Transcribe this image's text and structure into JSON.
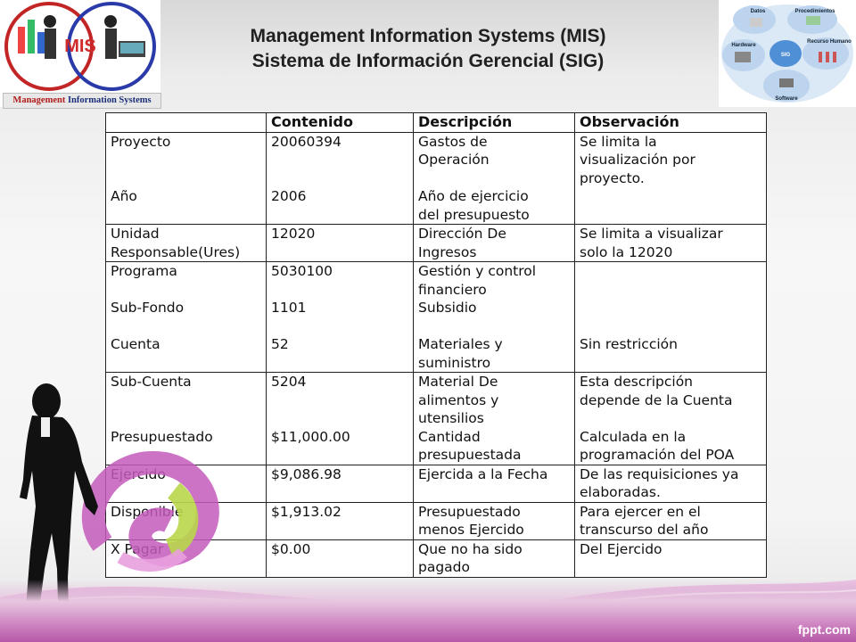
{
  "title": {
    "line1": "Management Information Systems (MIS)",
    "line2": "Sistema de Información Gerencial (SIG)"
  },
  "logo_left": {
    "badge": "MIS",
    "caption_a": "Management",
    "caption_b": " Information Systems"
  },
  "logo_right": {
    "center": "SIG",
    "nodes": [
      "Datos",
      "Procedimientos",
      "Recurso Humano",
      "Software",
      "Hardware"
    ]
  },
  "table": {
    "headers": [
      "",
      "Contenido",
      "Descripción",
      "Observación"
    ],
    "rows": [
      {
        "label": [
          "Proyecto",
          "",
          "",
          "Año",
          ""
        ],
        "contenido": [
          "20060394",
          "",
          "",
          "2006",
          ""
        ],
        "descripcion": [
          "Gastos de",
          "Operación",
          "",
          "Año de ejercicio",
          "del presupuesto"
        ],
        "observacion": [
          "Se limita la",
          "visualización por",
          "proyecto.",
          "",
          ""
        ]
      },
      {
        "label": [
          "Unidad",
          "Responsable(Ures)"
        ],
        "contenido": [
          "12020",
          ""
        ],
        "descripcion": [
          "Dirección De",
          "Ingresos"
        ],
        "observacion": [
          "Se limita a visualizar",
          "solo la 12020"
        ]
      },
      {
        "label": [
          "Programa",
          "",
          "Sub-Fondo",
          "",
          "Cuenta",
          ""
        ],
        "contenido": [
          "5030100",
          "",
          "1101",
          "",
          "52",
          ""
        ],
        "descripcion": [
          "Gestión y control",
          "financiero",
          "Subsidio",
          "",
          "Materiales y",
          "suministro"
        ],
        "observacion": [
          "",
          "",
          "",
          "",
          "Sin restricción",
          ""
        ]
      },
      {
        "label": [
          "Sub-Cuenta",
          "",
          "",
          "Presupuestado",
          ""
        ],
        "contenido": [
          "5204",
          "",
          "",
          "$11,000.00",
          ""
        ],
        "descripcion": [
          "Material De",
          "alimentos y",
          "utensilios",
          "Cantidad",
          "presupuestada"
        ],
        "observacion": [
          "Esta descripción",
          "depende de la Cuenta",
          "",
          "Calculada en la",
          "programación del POA"
        ]
      },
      {
        "label": [
          "Ejercido",
          ""
        ],
        "contenido": [
          "$9,086.98",
          ""
        ],
        "descripcion": [
          "Ejercida a la Fecha",
          ""
        ],
        "observacion": [
          "De las requisiciones ya",
          "elaboradas."
        ]
      },
      {
        "label": [
          "Disponible",
          ""
        ],
        "contenido": [
          "$1,913.02",
          ""
        ],
        "descripcion": [
          "Presupuestado",
          "menos Ejercido"
        ],
        "observacion": [
          "Para ejercer en el",
          "transcurso del año"
        ]
      },
      {
        "label": [
          "X Pagar",
          ""
        ],
        "contenido": [
          "$0.00",
          ""
        ],
        "descripcion": [
          "Que no ha sido",
          "pagado"
        ],
        "observacion": [
          "Del Ejercido",
          ""
        ]
      }
    ]
  },
  "footer": {
    "brand": "fppt.com"
  }
}
